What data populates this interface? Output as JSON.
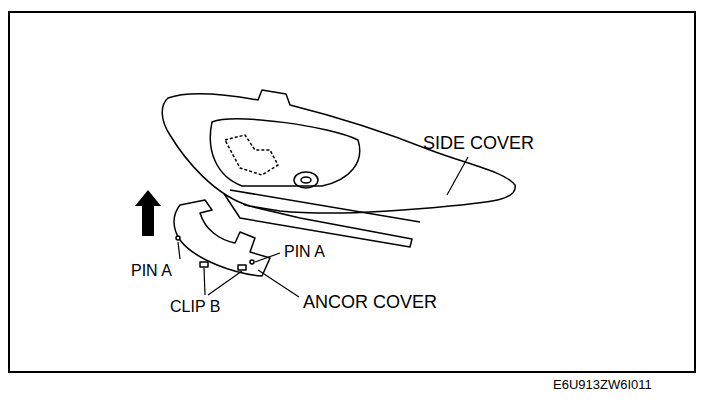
{
  "diagram": {
    "labels": [
      "SIDE COVER",
      "PIN A",
      "PIN A",
      "CLIP B",
      "ANCOR COVER",
      "E6U913ZW6I011"
    ]
  }
}
